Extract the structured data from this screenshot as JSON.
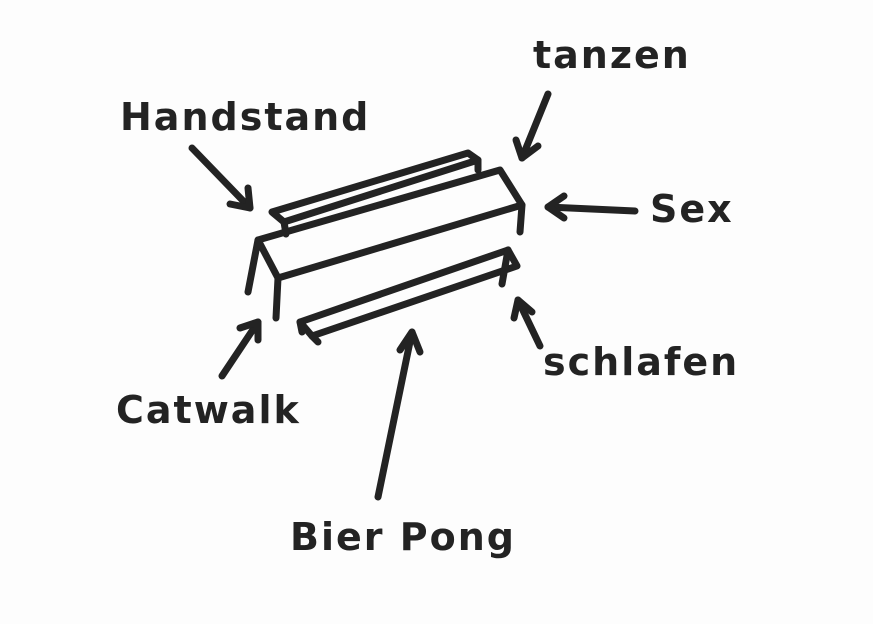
{
  "labels": {
    "tanzen": "tanzen",
    "handstand": "Handstand",
    "sex": "Sex",
    "schlafen": "schlafen",
    "catwalk": "Catwalk",
    "bier_pong": "Bier Pong"
  },
  "colors": {
    "ink": "#232323",
    "paper": "#fdfdfd"
  }
}
